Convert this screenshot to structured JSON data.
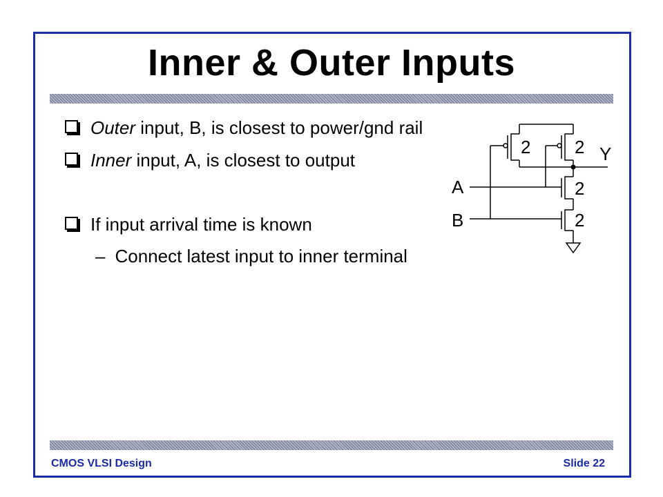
{
  "slide": {
    "title": "Inner & Outer Inputs",
    "bullets": [
      {
        "emph": "Outer",
        "rest": " input, B, is closest to power/gnd rail"
      },
      {
        "emph": "Inner",
        "rest": " input, A, is closest to output"
      },
      {
        "emph": "",
        "rest": "If input arrival time is known"
      }
    ],
    "sub_bullet": {
      "dash": "–",
      "text": "Connect latest input to inner terminal"
    },
    "footer_left": "CMOS VLSI Design",
    "footer_right": "Slide 22"
  },
  "circuit": {
    "output_label": "Y",
    "input_a_label": "A",
    "input_b_label": "B",
    "pmos1_size": "2",
    "pmos2_size": "2",
    "nmos_a_size": "2",
    "nmos_b_size": "2"
  },
  "colors": {
    "accent": "#1a2aa8",
    "hatch": "#b0b6c8"
  }
}
